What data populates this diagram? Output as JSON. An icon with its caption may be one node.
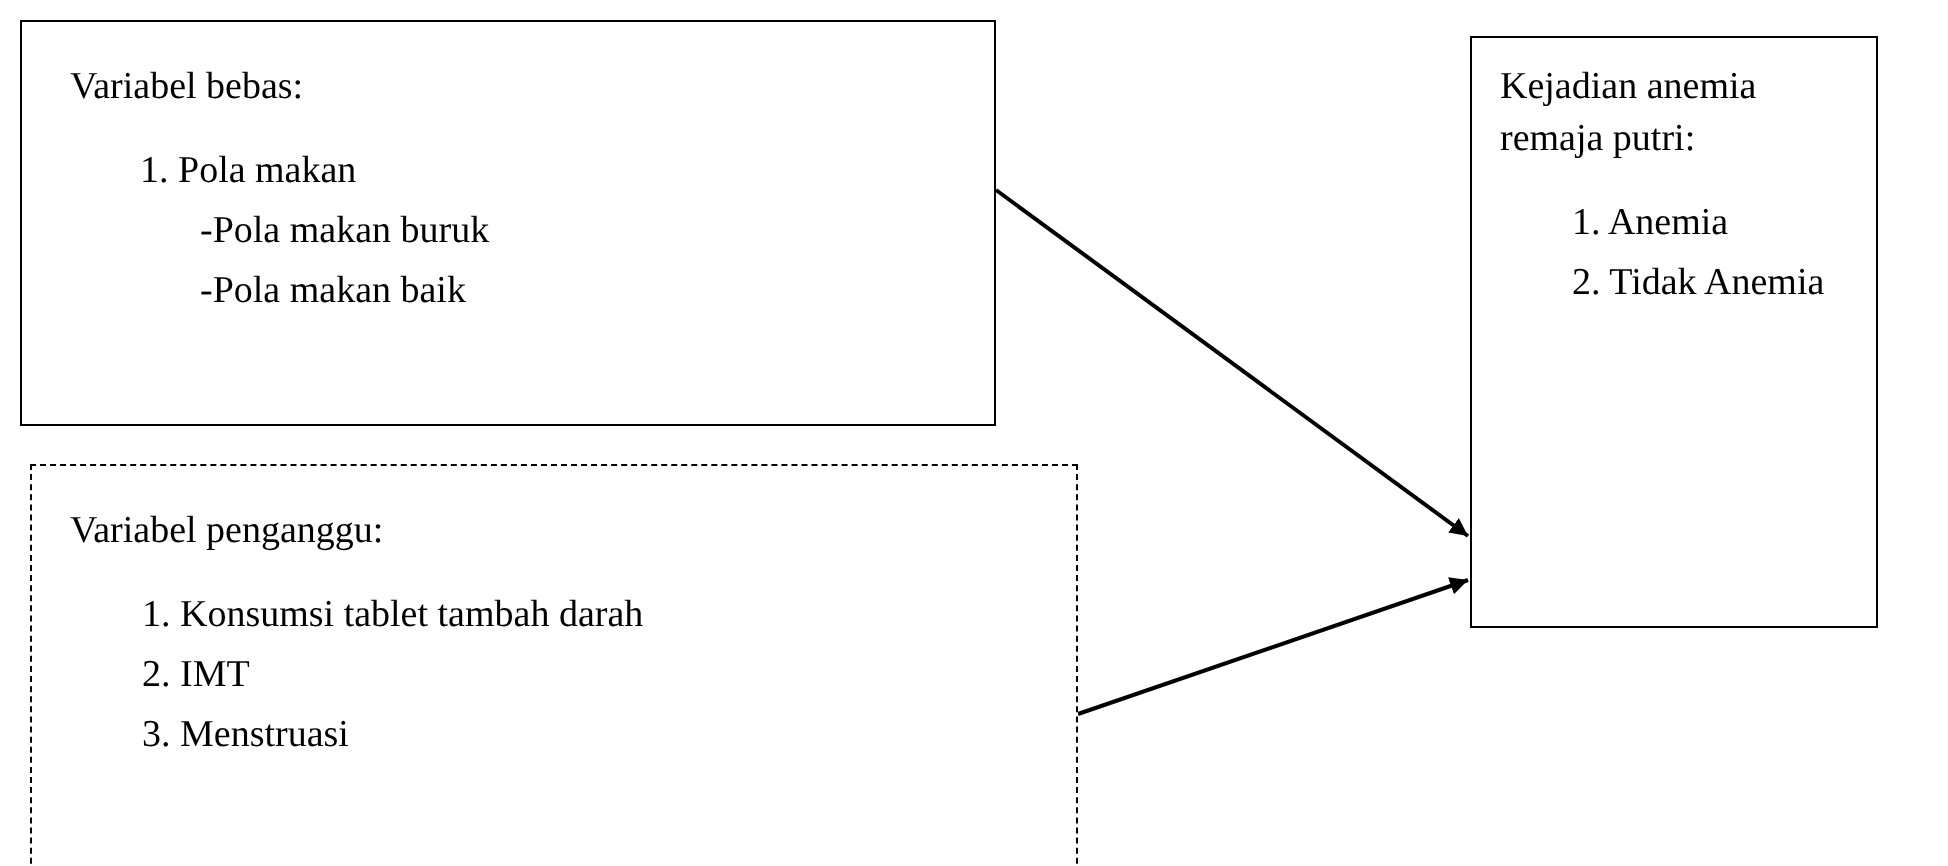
{
  "diagram": {
    "nodes": [
      {
        "text": [
          "Variabel bebas:",
          "1. Pola makan",
          "-Pola makan buruk",
          "-Pola makan baik"
        ]
      },
      {
        "text": [
          "Kejadian anemia remaja putri:",
          "1. Anemia",
          "2. Tidak Anemia"
        ]
      },
      {
        "text": [
          "Variabel penganggu:",
          "1. Konsumsi tablet tambah darah",
          "2. IMT",
          "3. Menstruasi"
        ]
      }
    ],
    "edges": [
      {
        "from": 0,
        "to": 1,
        "arrow": "to"
      },
      {
        "from": 2,
        "to": 1,
        "arrow": "to"
      }
    ]
  }
}
